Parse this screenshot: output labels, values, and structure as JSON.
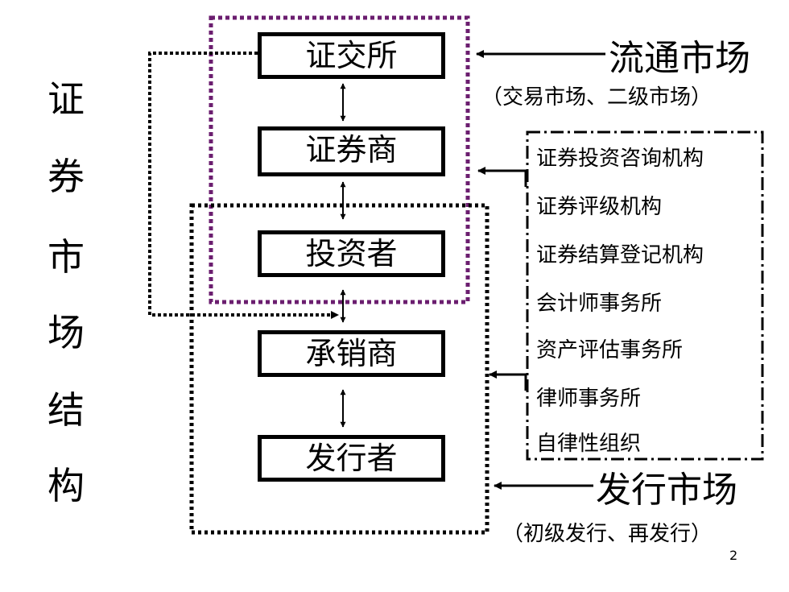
{
  "vertical_title": [
    "证",
    "券",
    "市",
    "场",
    "结",
    "构"
  ],
  "boxes": [
    "证交所",
    "证券商",
    "投资者",
    "承销商",
    "发行者"
  ],
  "circulation_market": {
    "title": "流通市场",
    "subtitle": "（交易市场、二级市场）"
  },
  "issuance_market": {
    "title": "发行市场",
    "subtitle": "（初级发行、再发行）"
  },
  "service_institutions": [
    "证券投资咨询机构",
    "证券评级机构",
    "证券结算登记机构",
    "会计师事务所",
    "资产评估事务所",
    "律师事务所",
    "自律性组织"
  ],
  "page_number": "2",
  "colors": {
    "circulation_border": "#6B1E6F",
    "default": "#000000"
  }
}
